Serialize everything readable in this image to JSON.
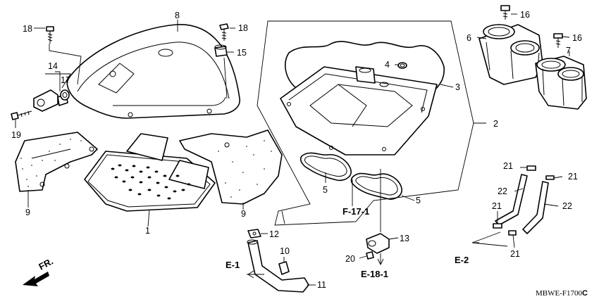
{
  "part_numbers": {
    "p1": "1",
    "p2": "2",
    "p3": "3",
    "p4": "4",
    "p5a": "5",
    "p5b": "5",
    "p6": "6",
    "p7": "7",
    "p8": "8",
    "p9a": "9",
    "p9b": "9",
    "p10": "10",
    "p11": "11",
    "p12": "12",
    "p13": "13",
    "p14": "14",
    "p15": "15",
    "p16a": "16",
    "p16b": "16",
    "p17": "17",
    "p18a": "18",
    "p18b": "18",
    "p19": "19",
    "p20": "20",
    "p21a": "21",
    "p21b": "21",
    "p21c": "21",
    "p21d": "21",
    "p22a": "22",
    "p22b": "22"
  },
  "references": {
    "f17": "F-17-1",
    "e1": "E-1",
    "e2": "E-2",
    "e18": "E-18-1"
  },
  "direction_label": "FR.",
  "diagram_code": "MBWE-F1700",
  "diagram_code_suffix": "C"
}
